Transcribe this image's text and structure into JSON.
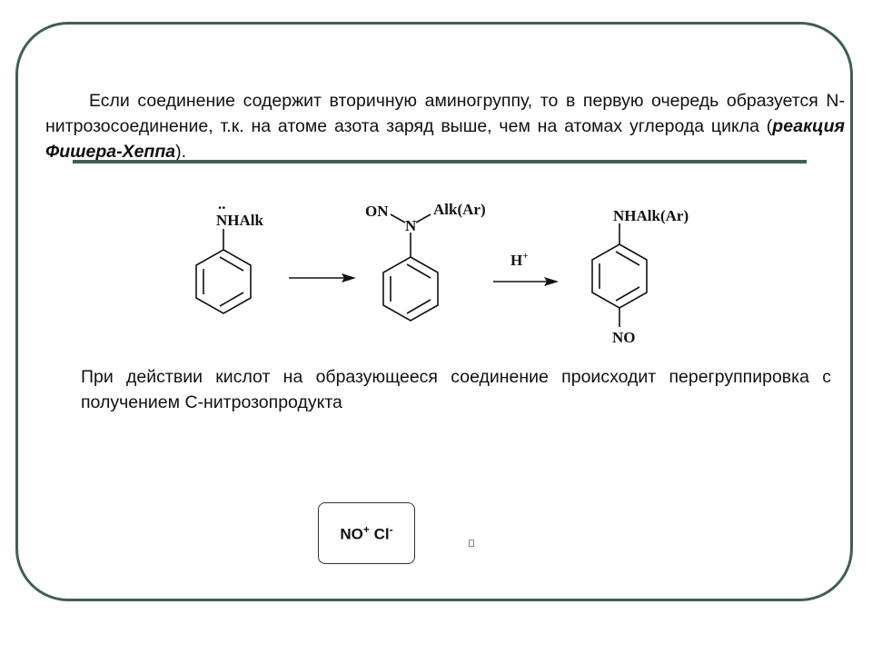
{
  "slide": {
    "paragraph1": {
      "before": "Если соединение содержит вторичную аминогруппу, то в первую очередь образуется N-нитрозосоединение, т.к. на атоме азота заряд выше, чем на атомах углерода цикла (",
      "highlight": "реакция Фишера-Хеппа",
      "after": ")."
    },
    "scheme": {
      "lone_pair": "..",
      "reactant_label": "NHAlk",
      "intermediate_on": "ON",
      "intermediate_n": "N",
      "intermediate_alk": "Alk(Ar)",
      "catalyst_h": "H",
      "catalyst_plus": "+",
      "product_top": "NHAlk(Ar)",
      "product_bottom": "NO"
    },
    "paragraph2": "При действии кислот на образующееся соединение происходит перегруппировка с получением С-нитрозопродукта",
    "reagent": {
      "no": "NO",
      "no_charge": "+",
      "cl": "Cl",
      "cl_charge": "-"
    }
  },
  "colors": {
    "frame": "#3f5f57",
    "text": "#111111"
  }
}
